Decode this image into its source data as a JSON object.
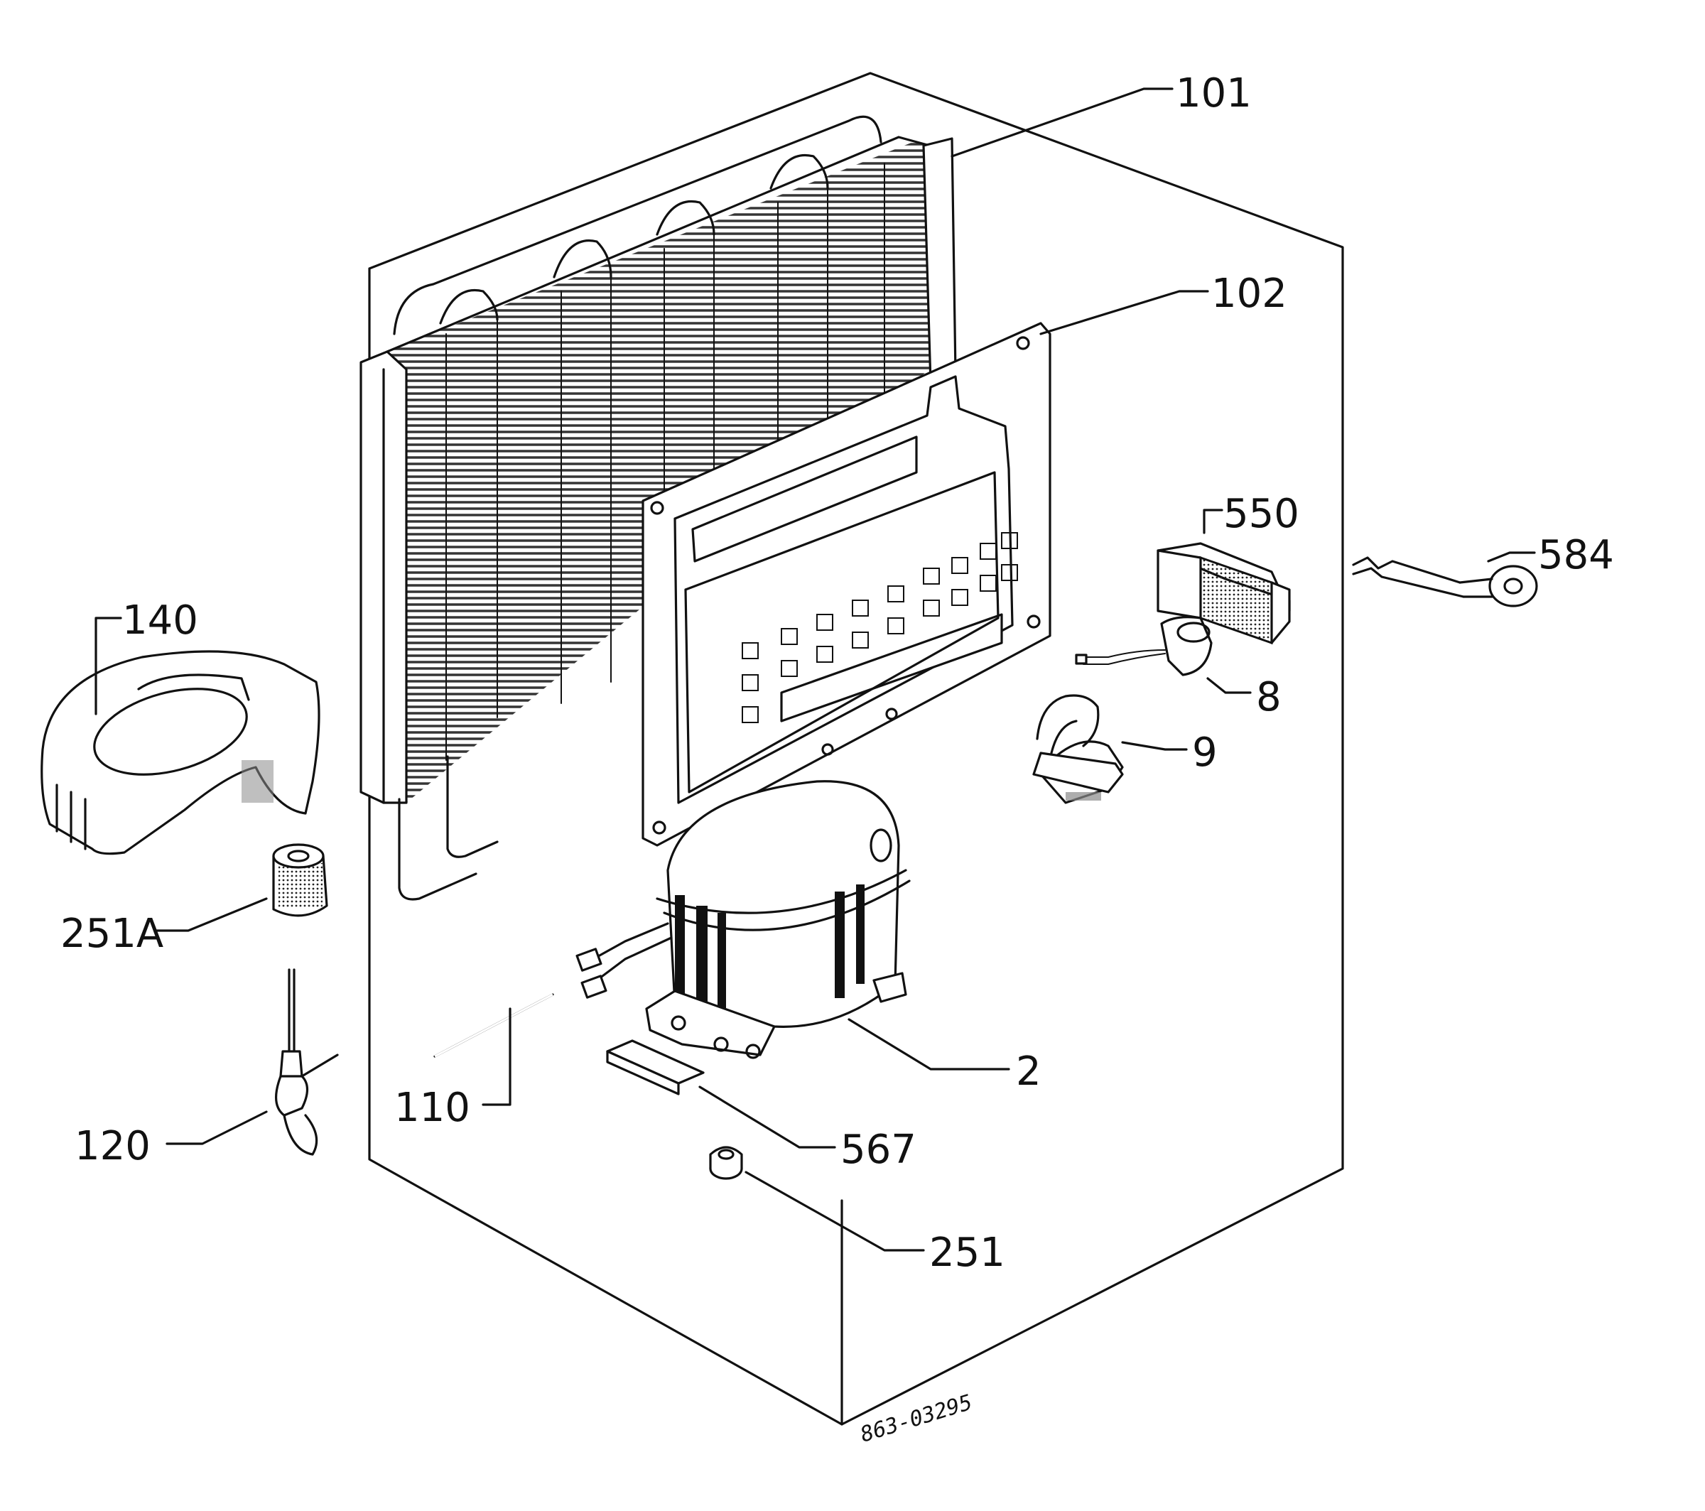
{
  "drawing_code": "863-03295",
  "callouts": [
    {
      "id": "101",
      "label": "101"
    },
    {
      "id": "102",
      "label": "102"
    },
    {
      "id": "550",
      "label": "550"
    },
    {
      "id": "584",
      "label": "584"
    },
    {
      "id": "140",
      "label": "140"
    },
    {
      "id": "8",
      "label": "8"
    },
    {
      "id": "9",
      "label": "9"
    },
    {
      "id": "251A",
      "label": "251A"
    },
    {
      "id": "2",
      "label": "2"
    },
    {
      "id": "110",
      "label": "110"
    },
    {
      "id": "120",
      "label": "120"
    },
    {
      "id": "567",
      "label": "567"
    },
    {
      "id": "251",
      "label": "251"
    }
  ]
}
